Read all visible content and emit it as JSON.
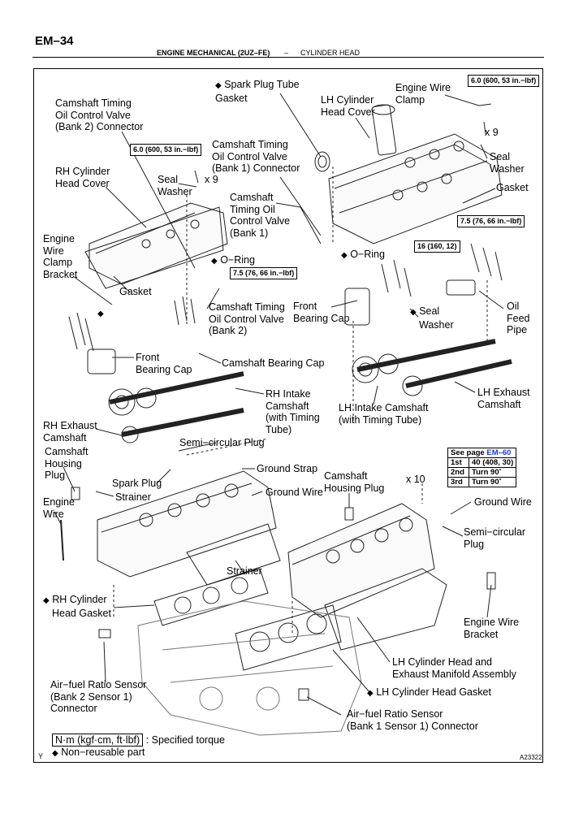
{
  "page": {
    "number": "EM–34",
    "section": "ENGINE MECHANICAL (2UZ–FE)",
    "separator": "–",
    "subsection": "CYLINDER HEAD"
  },
  "torque_boxes": {
    "clamp_bolt": "6.0 (600, 53 in.−lbf)",
    "rh_cover_nut": "6.0 (600, 53 in.−lbf)",
    "ocv_bank2": "7.5 (76, 66 in.−lbf)",
    "lh_bearing_cap": "7.5 (76, 66 in.−lbf)",
    "lh_cam_cap": "16 (160, 12)"
  },
  "tighten_table": {
    "see_page_prefix": "See page ",
    "see_page_link": "EM–60",
    "rows": [
      {
        "step": "1st",
        "value": "40 (408, 30)"
      },
      {
        "step": "2nd",
        "value": "Turn 90˚"
      },
      {
        "step": "3rd",
        "value": "Turn 90˚"
      }
    ]
  },
  "labels": {
    "spark_plug_tube_gasket": [
      "Spark Plug Tube",
      "Gasket"
    ],
    "engine_wire_clamp": [
      "Engine Wire",
      "Clamp"
    ],
    "lh_cylinder_head_cover": [
      "LH Cylinder",
      "Head Cover"
    ],
    "x9_right": "x 9",
    "seal_washer_right": [
      "Seal",
      "Washer"
    ],
    "gasket_right": "Gasket",
    "ocv_bank2_connector": [
      "Camshaft Timing",
      "Oil Control Valve",
      "(Bank 2) Connector"
    ],
    "ocv_bank1_connector": [
      "Camshaft Timing",
      "Oil Control Valve",
      "(Bank 1) Connector"
    ],
    "seal_washer_left": [
      "Seal",
      "Washer"
    ],
    "x9_left": "x 9",
    "rh_cylinder_head_cover": [
      "RH Cylinder",
      "Head Cover"
    ],
    "ocv_bank1": [
      "Camshaft",
      "Timing Oil",
      "Control Valve",
      "(Bank 1)"
    ],
    "engine_wire_clamp_bracket": [
      "Engine",
      "Wire",
      "Clamp",
      "Bracket"
    ],
    "oring_left": "O−Ring",
    "oring_right": "O−Ring",
    "gasket_left": "Gasket",
    "ocv_bank2": [
      "Camshaft Timing",
      "Oil Control Valve",
      "(Bank 2)"
    ],
    "front_bearing_cap_right": [
      "Front",
      "Bearing Cap"
    ],
    "seal_washer_mid": [
      "Seal",
      "Washer"
    ],
    "oil_feed_pipe": [
      "Oil",
      "Feed",
      "Pipe"
    ],
    "front_bearing_cap_left": [
      "Front",
      "Bearing Cap"
    ],
    "camshaft_bearing_cap": "Camshaft Bearing Cap",
    "lh_exhaust_camshaft": [
      "LH  Exhaust",
      "Camshaft"
    ],
    "rh_intake_camshaft": [
      "RH Intake",
      "Camshaft",
      "(with Timing",
      "Tube)"
    ],
    "lh_intake_camshaft": [
      "LH Intake Camshaft",
      "(with Timing Tube)"
    ],
    "rh_exhaust_camshaft": [
      "RH Exhaust",
      "Camshaft"
    ],
    "semicircular_plug_left": "Semi−circular Plug",
    "camshaft_housing_plug_left": [
      "Camshaft",
      "Housing",
      "Plug"
    ],
    "ground_strap": "Ground Strap",
    "camshaft_housing_plug_right": [
      "Camshaft",
      "Housing Plug"
    ],
    "x10": "x 10",
    "spark_plug": "Spark Plug",
    "strainer_left": "Strainer",
    "ground_wire_mid": "Ground Wire",
    "ground_wire_right": "Ground Wire",
    "engine_wire": [
      "Engine",
      "Wire"
    ],
    "semicircular_plug_right": [
      "Semi−circular",
      "Plug"
    ],
    "strainer_mid": "Strainer",
    "rh_cylinder_head_gasket": [
      "RH Cylinder",
      "Head Gasket"
    ],
    "engine_wire_bracket": [
      "Engine Wire",
      "Bracket"
    ],
    "lh_head_exhaust_manifold": [
      "LH Cylinder Head and",
      "Exhaust Manifold Assembly"
    ],
    "af_sensor_bank2": [
      "Air−fuel Ratio Sensor",
      "(Bank 2 Sensor 1)",
      "Connector"
    ],
    "lh_cylinder_head_gasket": "LH Cylinder Head Gasket",
    "af_sensor_bank1": [
      "Air−fuel Ratio Sensor",
      "(Bank 1 Sensor 1) Connector"
    ]
  },
  "non_reusable_mark": "◆",
  "legend": {
    "torque_unit": "N·m (kgf·cm, ft·lbf)",
    "torque_text": ": Specified torque",
    "non_reusable_text": "Non−reusable part"
  },
  "corner_mark": "Y",
  "figure_id": "A23322"
}
